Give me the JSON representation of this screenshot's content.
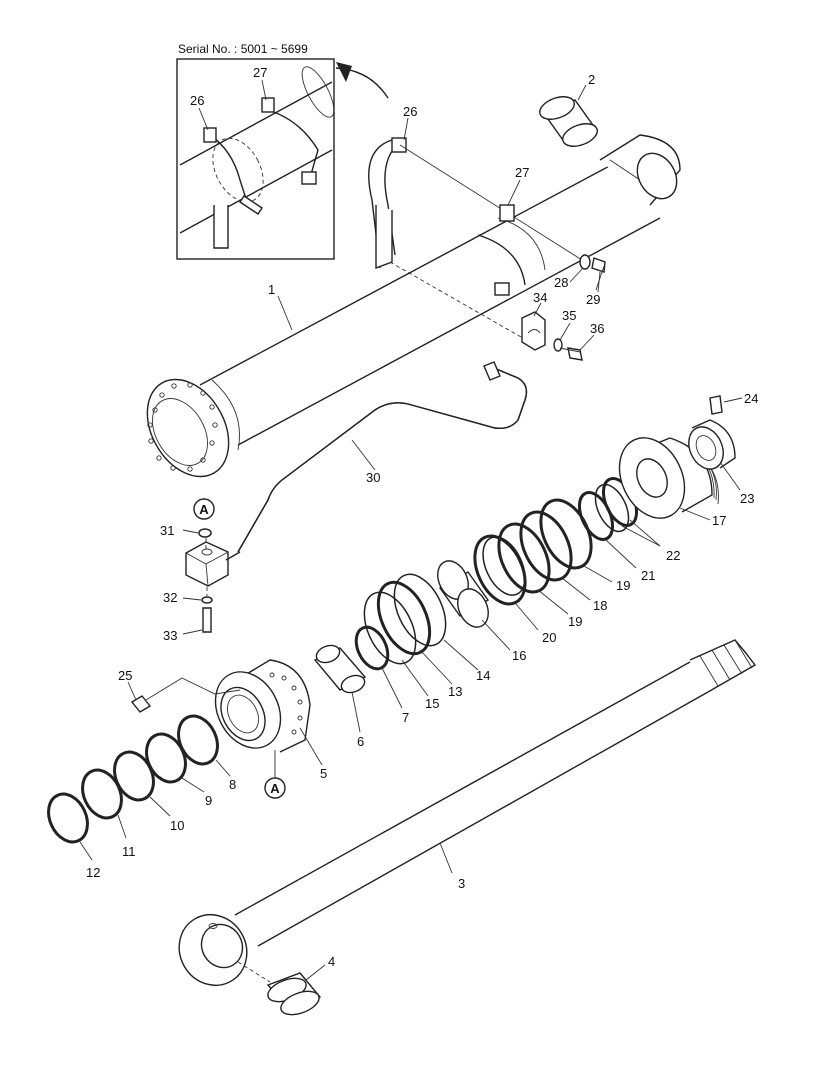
{
  "inset": {
    "caption": "Serial No. : 5001 ~ 5699"
  },
  "callouts": [
    {
      "id": "1",
      "text": "1"
    },
    {
      "id": "2",
      "text": "2"
    },
    {
      "id": "3",
      "text": "3"
    },
    {
      "id": "4",
      "text": "4"
    },
    {
      "id": "5",
      "text": "5"
    },
    {
      "id": "6",
      "text": "6"
    },
    {
      "id": "7",
      "text": "7"
    },
    {
      "id": "8",
      "text": "8"
    },
    {
      "id": "9",
      "text": "9"
    },
    {
      "id": "10",
      "text": "10"
    },
    {
      "id": "11",
      "text": "11"
    },
    {
      "id": "12",
      "text": "12"
    },
    {
      "id": "13",
      "text": "13"
    },
    {
      "id": "14",
      "text": "14"
    },
    {
      "id": "15",
      "text": "15"
    },
    {
      "id": "16",
      "text": "16"
    },
    {
      "id": "17",
      "text": "17"
    },
    {
      "id": "18",
      "text": "18"
    },
    {
      "id": "19a",
      "text": "19"
    },
    {
      "id": "19b",
      "text": "19"
    },
    {
      "id": "20",
      "text": "20"
    },
    {
      "id": "21",
      "text": "21"
    },
    {
      "id": "22",
      "text": "22"
    },
    {
      "id": "23",
      "text": "23"
    },
    {
      "id": "24",
      "text": "24"
    },
    {
      "id": "25",
      "text": "25"
    },
    {
      "id": "26a",
      "text": "26"
    },
    {
      "id": "26b",
      "text": "26"
    },
    {
      "id": "27a",
      "text": "27"
    },
    {
      "id": "27b",
      "text": "27"
    },
    {
      "id": "28",
      "text": "28"
    },
    {
      "id": "29",
      "text": "29"
    },
    {
      "id": "30",
      "text": "30"
    },
    {
      "id": "31",
      "text": "31"
    },
    {
      "id": "32",
      "text": "32"
    },
    {
      "id": "33",
      "text": "33"
    },
    {
      "id": "34",
      "text": "34"
    },
    {
      "id": "35",
      "text": "35"
    },
    {
      "id": "36",
      "text": "36"
    }
  ],
  "reference_markers": [
    {
      "id": "A-top",
      "text": "A"
    },
    {
      "id": "A-bottom",
      "text": "A"
    }
  ]
}
